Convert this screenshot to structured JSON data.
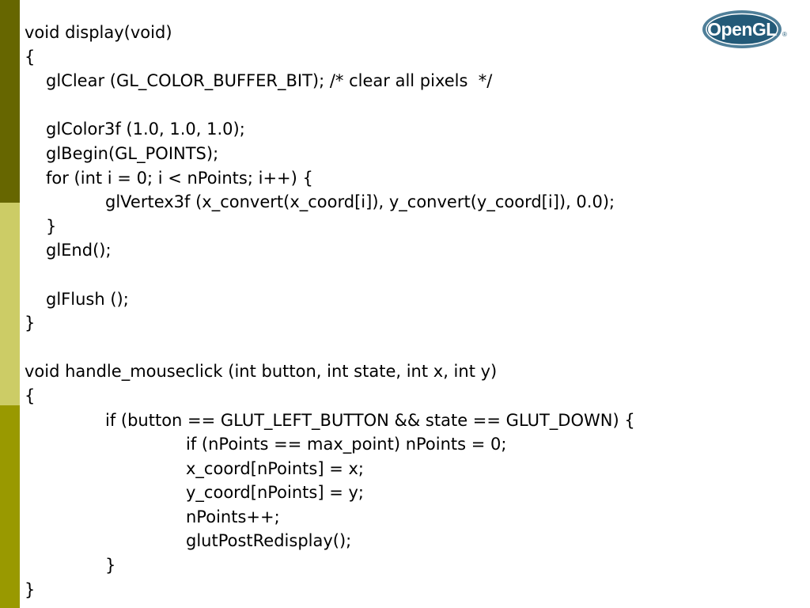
{
  "theme": {
    "bar_top_color": "#666600",
    "bar_middle_color": "#cccc66",
    "bar_bottom_color": "#999900",
    "logo_outer_color": "#4f7f99",
    "logo_inner_color": "#235a78",
    "logo_text_color": "#ffffff"
  },
  "logo": {
    "text": "OpenGL",
    "mark": "®"
  },
  "code_lines": [
    {
      "indent": 0,
      "text": "void display(void)"
    },
    {
      "indent": 0,
      "text": "{"
    },
    {
      "indent": 1,
      "text": "glClear (GL_COLOR_BUFFER_BIT); /* clear all pixels  */"
    },
    {
      "indent": 0,
      "text": ""
    },
    {
      "indent": 1,
      "text": "glColor3f (1.0, 1.0, 1.0);"
    },
    {
      "indent": 1,
      "text": "glBegin(GL_POINTS);"
    },
    {
      "indent": 1,
      "text": "for (int i = 0; i < nPoints; i++) {"
    },
    {
      "indent": 2,
      "text": "glVertex3f (x_convert(x_coord[i]), y_convert(y_coord[i]), 0.0);"
    },
    {
      "indent": 1,
      "text": "}"
    },
    {
      "indent": 1,
      "text": "glEnd();"
    },
    {
      "indent": 0,
      "text": ""
    },
    {
      "indent": 1,
      "text": "glFlush ();"
    },
    {
      "indent": 0,
      "text": "}"
    },
    {
      "indent": 0,
      "text": ""
    },
    {
      "indent": 0,
      "text": "void handle_mouseclick (int button, int state, int x, int y)"
    },
    {
      "indent": 0,
      "text": "{"
    },
    {
      "indent": 2,
      "text": "if (button == GLUT_LEFT_BUTTON && state == GLUT_DOWN) {"
    },
    {
      "indent": 3,
      "text": "if (nPoints == max_point) nPoints = 0;"
    },
    {
      "indent": 3,
      "text": "x_coord[nPoints] = x;"
    },
    {
      "indent": 3,
      "text": "y_coord[nPoints] = y;"
    },
    {
      "indent": 3,
      "text": "nPoints++;"
    },
    {
      "indent": 3,
      "text": "glutPostRedisplay();"
    },
    {
      "indent": 2,
      "text": "}"
    },
    {
      "indent": 0,
      "text": "}"
    }
  ]
}
